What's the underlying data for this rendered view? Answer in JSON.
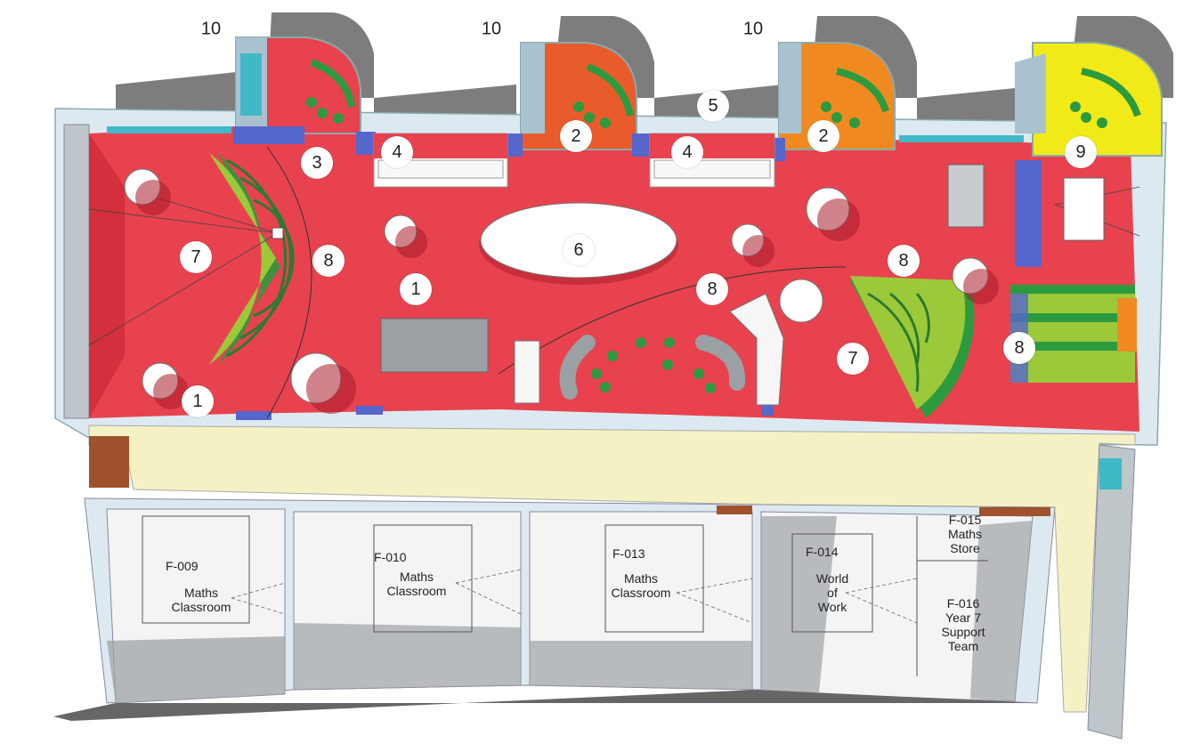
{
  "markers": {
    "m1a": "1",
    "m1b": "1",
    "m2a": "2",
    "m2b": "2",
    "m3": "3",
    "m4a": "4",
    "m4b": "4",
    "m5": "5",
    "m6": "6",
    "m7a": "7",
    "m7b": "7",
    "m8a": "8",
    "m8b": "8",
    "m8c": "8",
    "m8d": "8",
    "m9": "9"
  },
  "top_labels": {
    "t1": "10",
    "t2": "10",
    "t3": "10"
  },
  "rooms": {
    "f009": {
      "code": "F-009",
      "line1": "Maths",
      "line2": "Classroom"
    },
    "f010": {
      "code": "F-010",
      "line1": "Maths",
      "line2": "Classroom"
    },
    "f013": {
      "code": "F-013",
      "line1": "Maths",
      "line2": "Classroom"
    },
    "f014": {
      "code": "F-014",
      "line1": "World",
      "line2": "of",
      "line3": "Work"
    },
    "f015": {
      "code": "F-015",
      "line1": "Maths",
      "line2": "Store"
    },
    "f016": {
      "code": "F-016",
      "line1": "Year 7",
      "line2": "Support",
      "line3": "Team"
    }
  },
  "colors": {
    "floor": "#e8424e",
    "floor_shadow": "#c8202e",
    "corridor": "#f4f1c4",
    "wall_light": "#dde9f1",
    "step_green": "#9cc93a",
    "step_dark": "#2c9a3e",
    "pod_orange": "#f08a20",
    "pod_yellow": "#f2ea18",
    "blue_panel": "#5566cc",
    "shadow": "#7a7a7a",
    "lower_floor": "#f0f0f0"
  }
}
